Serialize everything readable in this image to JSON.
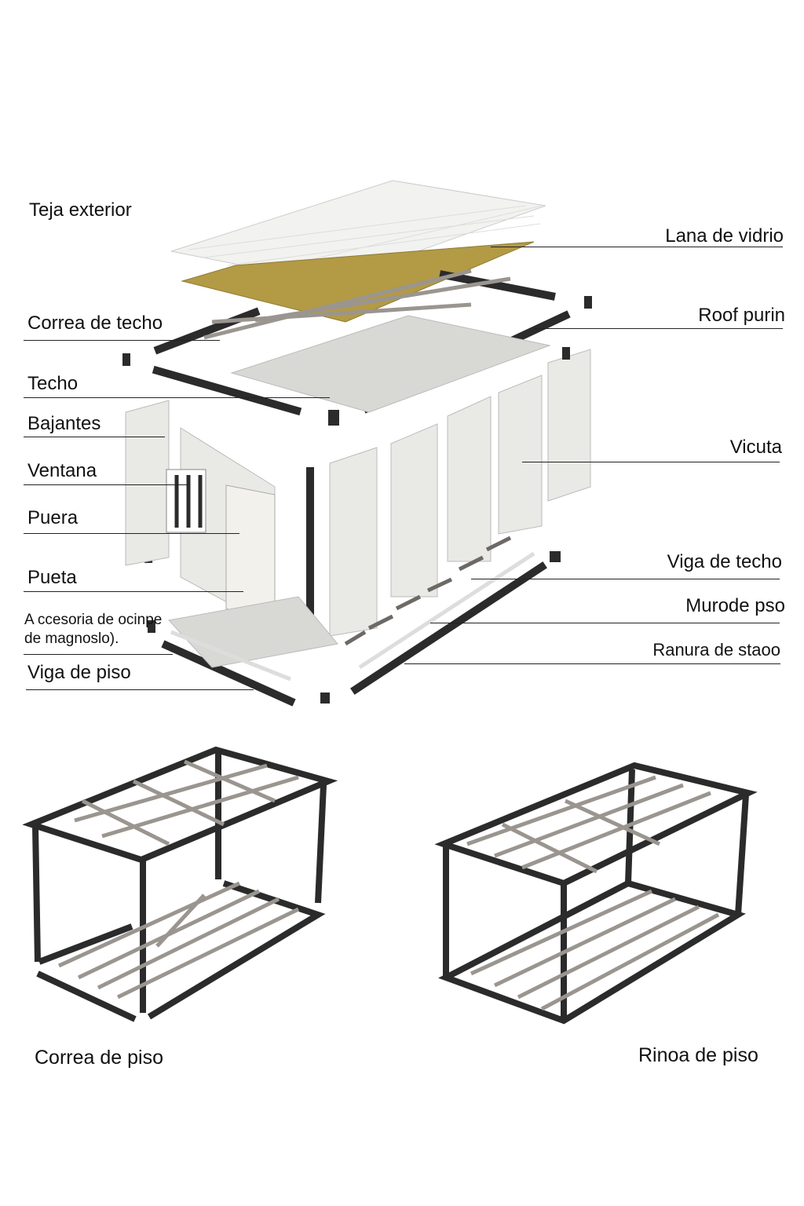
{
  "labels_left": [
    {
      "id": "teja-exterior",
      "text": "Teja exterior"
    },
    {
      "id": "correa-de-techo",
      "text": "Correa de techo"
    },
    {
      "id": "techo",
      "text": "Techo"
    },
    {
      "id": "bajantes",
      "text": "Bajantes"
    },
    {
      "id": "ventana",
      "text": "Ventana"
    },
    {
      "id": "puera",
      "text": "Puera"
    },
    {
      "id": "pueta",
      "text": "Pueta"
    },
    {
      "id": "accesoria",
      "text": "A ccesoria de ocinpe de magnoslo)."
    },
    {
      "id": "viga-de-piso",
      "text": "Viga de piso"
    }
  ],
  "labels_right": [
    {
      "id": "lana-de-vidrio",
      "text": "Lana de vidrio"
    },
    {
      "id": "roof-purin",
      "text": "Roof purin"
    },
    {
      "id": "vicuta",
      "text": "Vicuta"
    },
    {
      "id": "viga-de-techo",
      "text": "Viga de techo"
    },
    {
      "id": "muro-de-piso",
      "text": "Murode pso"
    },
    {
      "id": "ranura-de-stado",
      "text": "Ranura de staoo"
    }
  ],
  "frames": [
    {
      "id": "correa-de-piso",
      "text": "Correa de piso"
    },
    {
      "id": "rinoa-de-piso",
      "text": "Rinoa de piso"
    }
  ],
  "colors": {
    "frame": "#2b2b2b",
    "panel": "#ececea",
    "insulation": "#b39a45",
    "purlin": "#9a958f"
  }
}
